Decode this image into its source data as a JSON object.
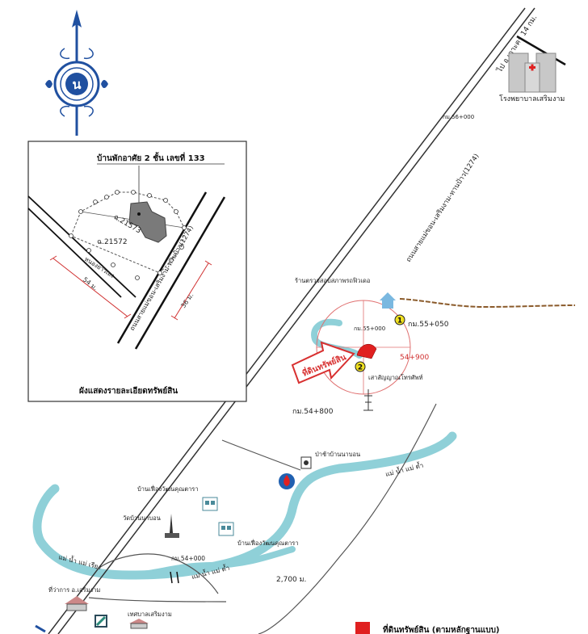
{
  "inset": {
    "house_title": "บ้านพักอาศัย  2 ชั้น  เลขที่ 133",
    "deed_1": "ฉ.21573",
    "deed_2": "ฉ.21572",
    "lane_label": "หนองยาวเอง",
    "road_label": "ถนนสายแม่ขอน-เสริมงาม-ทานป้าว(1274)",
    "dim_left": "54 ม.",
    "dim_right": "36 ม.",
    "caption": "ผังแสดงรายละเอียดทรัพย์สิน"
  },
  "north_symbol": "น",
  "highway": {
    "label": "ถนนสายแม่ขอน-เสริมงาม-ทานป้าว(1274)",
    "to_label": "ไป อ.เกาะคา  14 กม."
  },
  "hospital_label": "โรงพยาบาลเสริมงาม",
  "km_markers": {
    "km56": "กม.56+000",
    "km55_050": "กม.55+050",
    "km55": "กม.55+000",
    "km54_900": "54+900",
    "km54_800": "กม.54+800",
    "km54": "กม.54+000"
  },
  "markers": {
    "one": "1",
    "two": "2"
  },
  "landmarks": {
    "health_station": "ร้านตรวจสอบสภาพรถฟิวเดอ",
    "telecom_pole": "เสาสัญญาณโทรศัพท์",
    "property_arrow": "ที่ดินทรัพย์สิน",
    "forest_office": "ป่าช้าบ้านนาบอน",
    "village_1": "บ้านเฟื่องวัฒนคุณตารา",
    "temple": "วัดบ้านนาบอน",
    "village_2": "บ้านเฟื่องวัฒนคุณตารา",
    "district_office": "ที่ว่าการ อ.เสริมงาม",
    "municipality": "เทศบาลเสริมงาม"
  },
  "rivers": {
    "upper_right": "แม่ น้ำ แม่ ต้ำ",
    "lower_left": "แม่ น้ำ แม่ เรียง",
    "lower_right": "แม่ น้ำ แม่ ต้ำ"
  },
  "distance_label": "2,700 ม.",
  "legend": {
    "label": "ที่ดินทรัพย์สิน (ตามหลักฐานแบบ)"
  },
  "colors": {
    "river": "#8fd0d8",
    "property": "#e02020",
    "arrow": "#d83030",
    "circle": "#e07070",
    "dirt_road": "#8a5a2a"
  }
}
